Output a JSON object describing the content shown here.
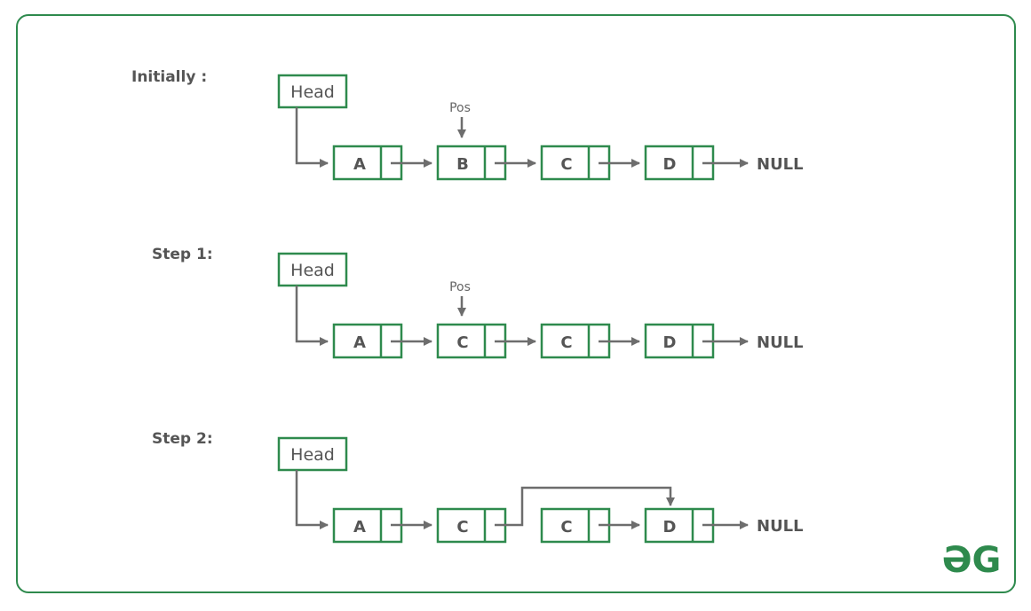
{
  "colors": {
    "border": "#2e8a4d",
    "arrow": "#6d6d6d",
    "text": "#555555"
  },
  "logo": {
    "text": "ƏG"
  },
  "diagrams": [
    {
      "label": "Initially :",
      "head_label": "Head",
      "pointer_label": "Pos",
      "pointer_index": 1,
      "nodes": [
        "A",
        "B",
        "C",
        "D"
      ],
      "terminal": "NULL",
      "bypass": false
    },
    {
      "label": "Step 1:",
      "head_label": "Head",
      "pointer_label": "Pos",
      "pointer_index": 1,
      "nodes": [
        "A",
        "C",
        "C",
        "D"
      ],
      "terminal": "NULL",
      "bypass": false
    },
    {
      "label": "Step 2:",
      "head_label": "Head",
      "pointer_label": null,
      "pointer_index": null,
      "nodes": [
        "A",
        "C",
        "C",
        "D"
      ],
      "terminal": "NULL",
      "bypass": true,
      "bypass_from": 1,
      "bypass_to": 3
    }
  ]
}
